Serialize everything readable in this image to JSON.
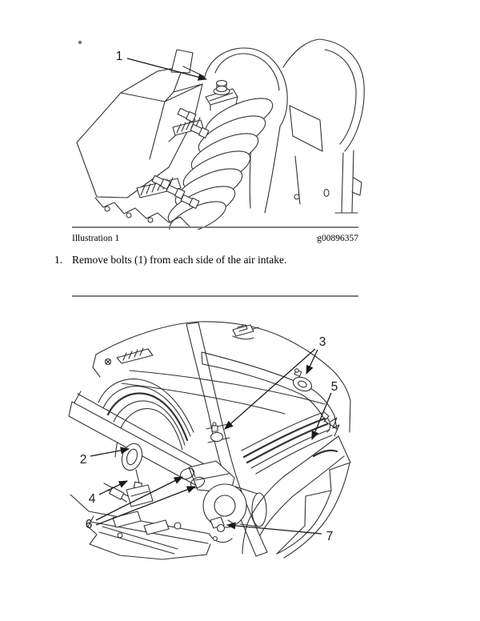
{
  "document": {
    "figure1": {
      "caption": "Illustration 1",
      "figure_id": "g00896357",
      "callout": "1"
    },
    "step": {
      "number": "1.",
      "text": "Remove bolts (1) from each side of the air intake."
    },
    "figure2": {
      "callouts": {
        "c2": "2",
        "c3": "3",
        "c4": "4",
        "c5": "5",
        "c6": "6",
        "c7": "7"
      }
    }
  },
  "colors": {
    "line": "#333333",
    "rule": "#7f7f7f",
    "text": "#000000",
    "page_background": "#ffffff"
  }
}
